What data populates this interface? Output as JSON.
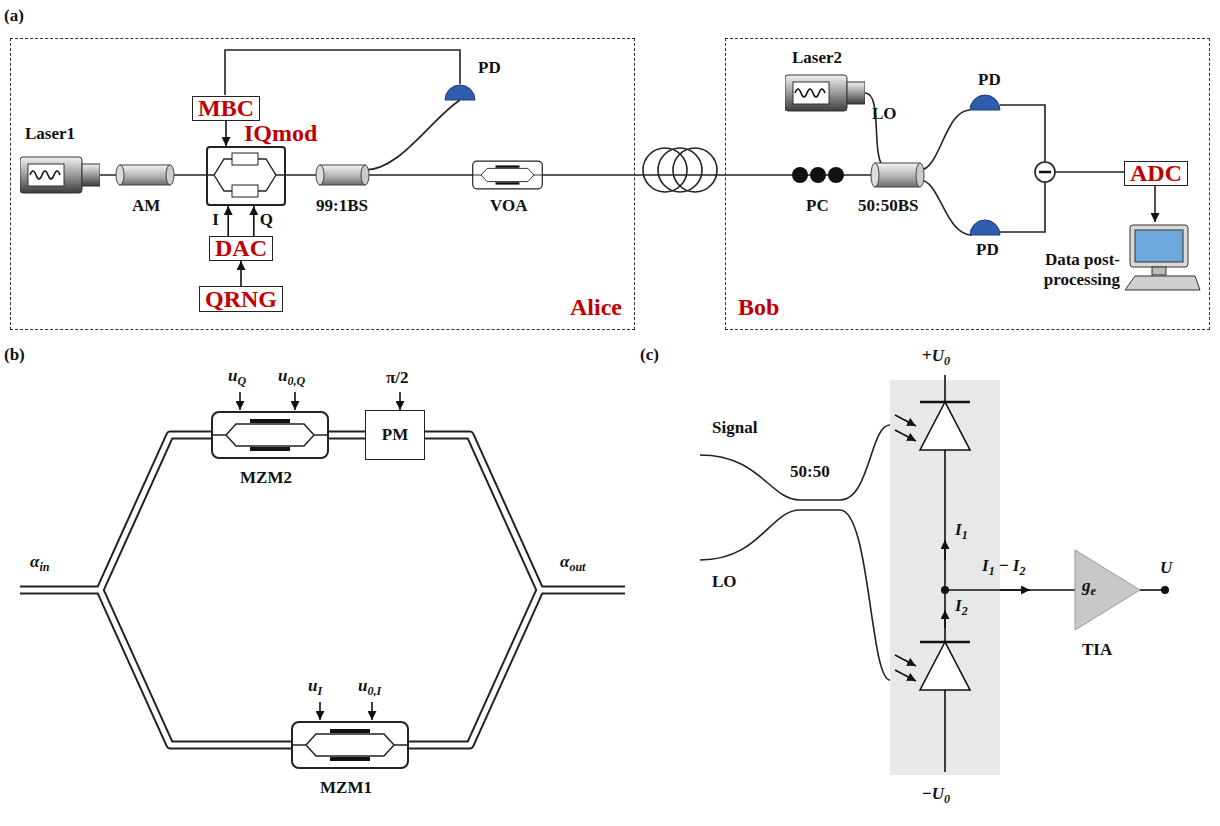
{
  "diagram": {
    "nodes": [
      {
        "text": [
          "Alice"
        ]
      },
      {
        "text": [
          "MBC"
        ],
        "in": 0
      },
      {
        "text": [
          "IQmod"
        ],
        "in": 0
      },
      {
        "text": [
          "DAC"
        ],
        "in": 0
      },
      {
        "text": [
          "QRNG"
        ],
        "in": 0
      },
      {
        "text": [
          "Bob"
        ]
      },
      {
        "text": [
          "ADC"
        ],
        "in": 5
      },
      {
        "text": [
          "PM"
        ]
      }
    ],
    "edges": [
      {
        "from": 1,
        "to": 2,
        "arrow": "to"
      },
      {
        "from": 3,
        "to": 2,
        "arrow": "to",
        "label": "I"
      },
      {
        "from": 3,
        "to": 2,
        "arrow": "to",
        "label": "Q"
      },
      {
        "from": 4,
        "to": 3,
        "arrow": "to"
      }
    ],
    "labels": [
      "(a)",
      "Laser1",
      "AM",
      "99:1BS",
      "PD",
      "VOA",
      "Laser2",
      "LO",
      "PC",
      "50:50BS",
      "PD",
      "PD",
      "Data post-processing",
      "(b)",
      "uQ",
      "u0,Q",
      "π/2",
      "MZM2",
      "αin",
      "αout",
      "uI",
      "u0,I",
      "MZM1",
      "(c)",
      "Signal",
      "50:50",
      "LO",
      "+U0",
      "I1",
      "I2",
      "I1 − I2",
      "ge",
      "TIA",
      "U",
      "−U0"
    ]
  }
}
